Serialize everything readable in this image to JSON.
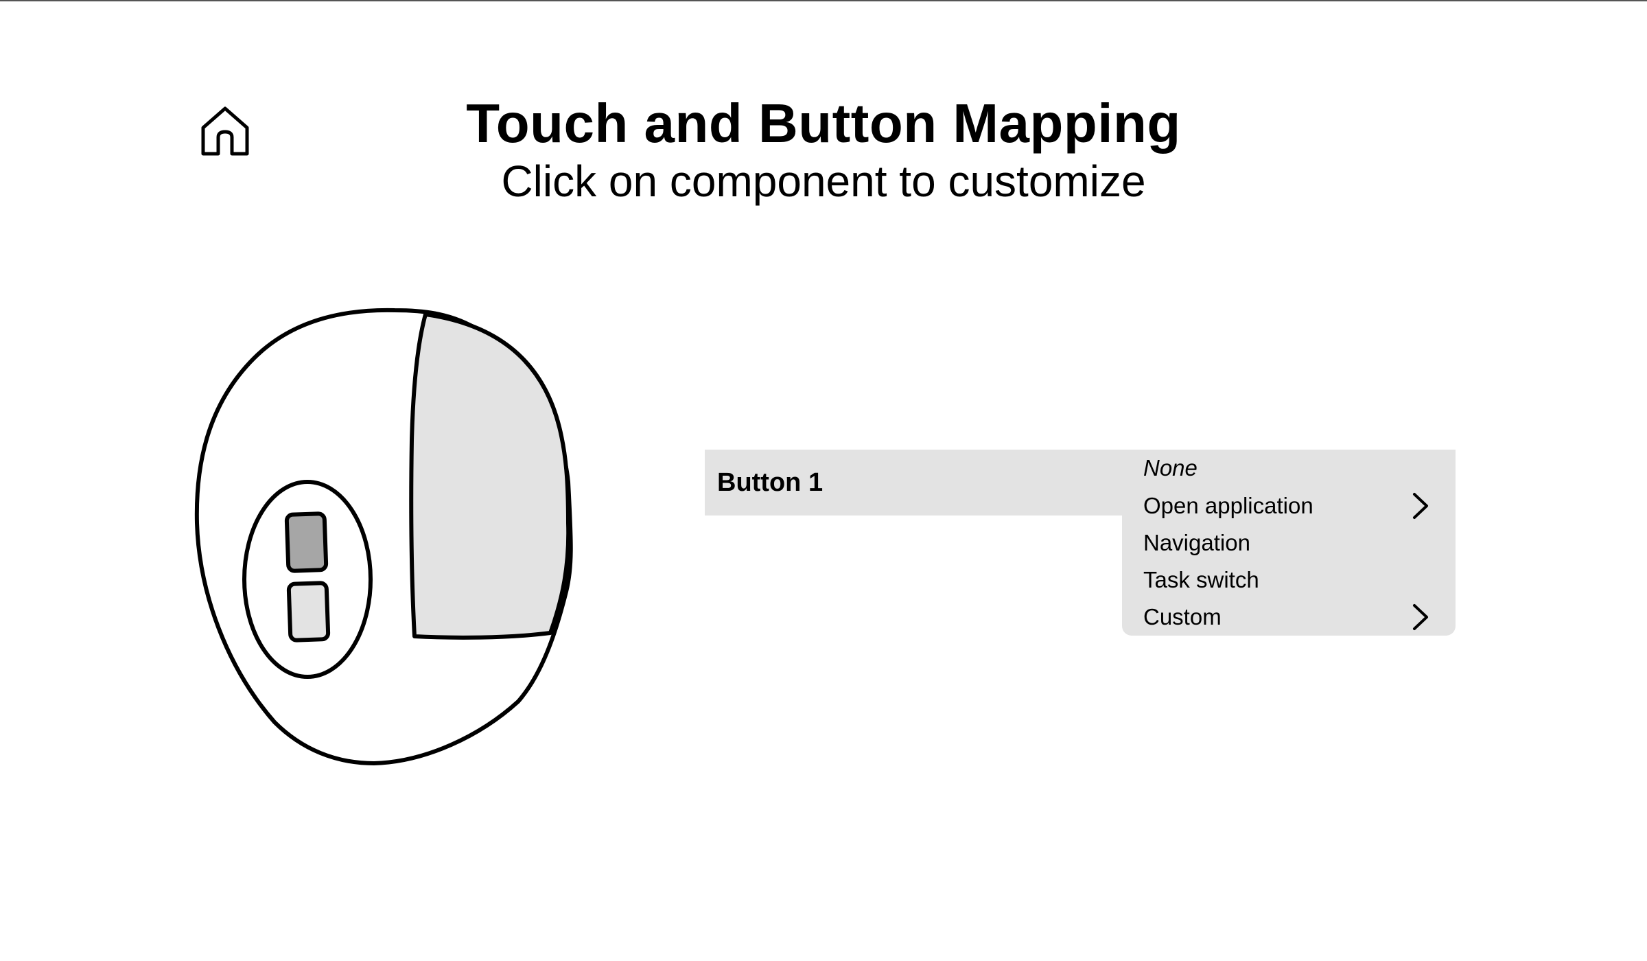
{
  "header": {
    "title": "Touch and Button Mapping",
    "subtitle": "Click on component to customize"
  },
  "icons": {
    "home": "home-icon",
    "submenu": "chevron-right-icon"
  },
  "device": {
    "components": [
      "touch-surface",
      "button-1",
      "button-2"
    ],
    "colors": {
      "outline": "#000000",
      "body": "#ffffff",
      "touch_surface": "#e3e3e3",
      "button_1_selected": "#a6a6a6",
      "button_2": "#e3e3e3"
    }
  },
  "mapping": {
    "selected_component_label": "Button 1",
    "menu_items": [
      {
        "label": "None",
        "italic": true,
        "has_submenu": false
      },
      {
        "label": "Open application",
        "italic": false,
        "has_submenu": true
      },
      {
        "label": "Navigation",
        "italic": false,
        "has_submenu": false
      },
      {
        "label": "Task switch",
        "italic": false,
        "has_submenu": false
      },
      {
        "label": "Custom",
        "italic": false,
        "has_submenu": true
      }
    ],
    "panel_color": "#e3e3e3"
  }
}
